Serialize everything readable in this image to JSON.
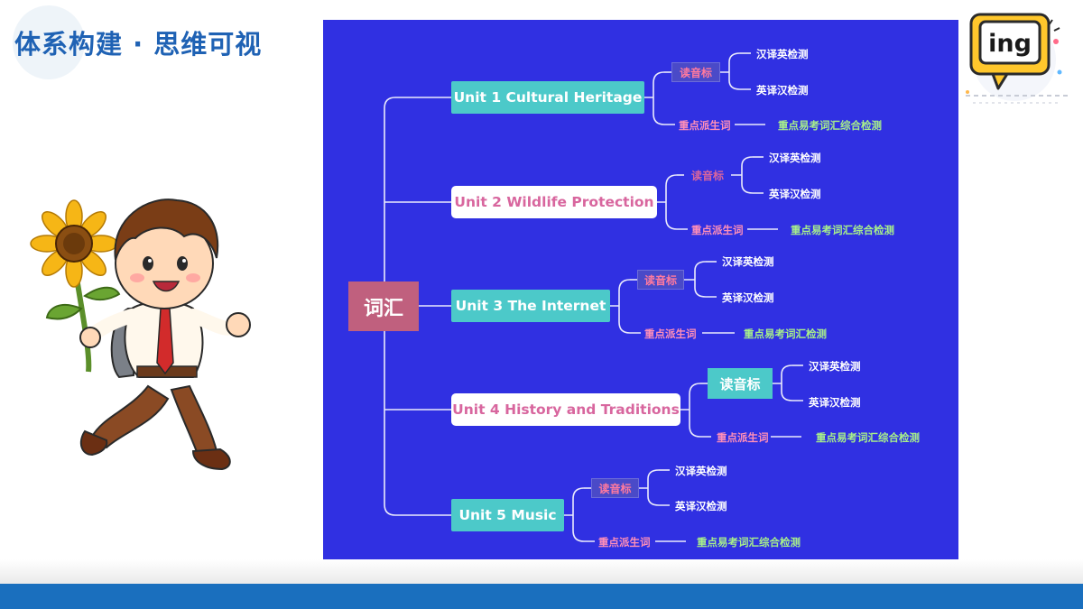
{
  "header": {
    "title": "体系构建 · 思维可视"
  },
  "badge": {
    "text": "ing"
  },
  "mindmap": {
    "root": "词汇",
    "units": [
      {
        "label": "Unit 1 Cultural Heritage",
        "phonetic": "读音标",
        "test1": "汉译英检测",
        "test2": "英译汉检测",
        "derived": "重点派生词",
        "review": "重点易考词汇综合检测"
      },
      {
        "label": "Unit 2 Wildlife Protection",
        "phonetic": "读音标",
        "test1": "汉译英检测",
        "test2": "英译汉检测",
        "derived": "重点派生词",
        "review": "重点易考词汇综合检测"
      },
      {
        "label": "Unit 3 The Internet",
        "phonetic": "读音标",
        "test1": "汉译英检测",
        "test2": "英译汉检测",
        "derived": "重点派生词",
        "review": "重点易考词汇检测"
      },
      {
        "label": "Unit 4 History and Traditions",
        "phonetic": "读音标",
        "test1": "汉译英检测",
        "test2": "英译汉检测",
        "derived": "重点派生词",
        "review": "重点易考词汇综合检测"
      },
      {
        "label": "Unit 5 Music",
        "phonetic": "读音标",
        "test1": "汉译英检测",
        "test2": "英译汉检测",
        "derived": "重点派生词",
        "review": "重点易考词汇综合检测"
      }
    ]
  },
  "colors": {
    "panel": "#3030e2",
    "root": "#c0607e",
    "teal": "#4cc9c9",
    "footer": "#1a6fbe",
    "title": "#1f62b4"
  }
}
